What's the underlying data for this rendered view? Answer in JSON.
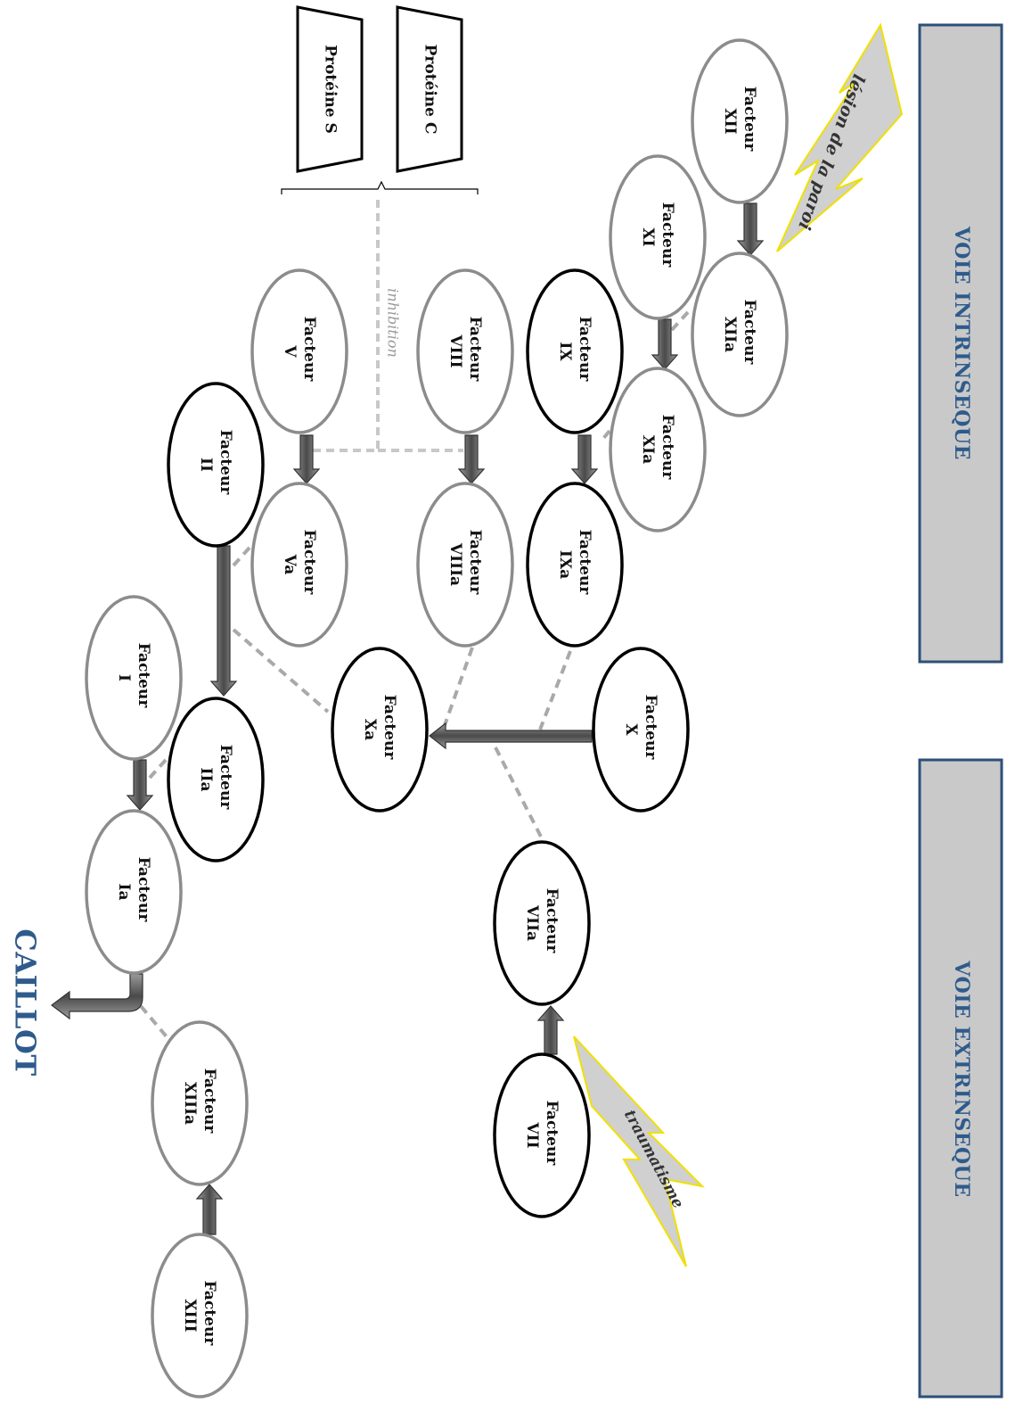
{
  "pathways": {
    "intrinsic": "VOIE INTRINSEQUE",
    "extrinsic": "VOIE EXTRINSEQUE"
  },
  "triggers": {
    "wall_lesion": "lésion de la paroi",
    "trauma": "traumatisme"
  },
  "inhibitors": {
    "protein_c": "Protéine C",
    "protein_s": "Protéine S",
    "inhibition_label": "inhibition"
  },
  "factors": {
    "xii": [
      "Facteur",
      "XII"
    ],
    "xiia": [
      "Facteur",
      "XIIa"
    ],
    "xi": [
      "Facteur",
      "XI"
    ],
    "xia": [
      "Facteur",
      "XIa"
    ],
    "ix": [
      "Facteur",
      "IX"
    ],
    "ixa": [
      "Facteur",
      "IXa"
    ],
    "viii": [
      "Facteur",
      "VIII"
    ],
    "viiia": [
      "Facteur",
      "VIIIa"
    ],
    "v": [
      "Facteur",
      "V"
    ],
    "va": [
      "Facteur",
      "Va"
    ],
    "ii": [
      "Facteur",
      "II"
    ],
    "iia": [
      "Facteur",
      "IIa"
    ],
    "x": [
      "Facteur",
      "X"
    ],
    "xa": [
      "Facteur",
      "Xa"
    ],
    "viia": [
      "Facteur",
      "VIIa"
    ],
    "vii": [
      "Facteur",
      "VII"
    ],
    "i": [
      "Facteur",
      "I"
    ],
    "ia": [
      "Facteur",
      "Ia"
    ],
    "xiiia": [
      "Facteur",
      "XIIIa"
    ],
    "xiii": [
      "Facteur",
      "XIII"
    ]
  },
  "outcome": "CAILLOT",
  "colors": {
    "pathway_fill": "#c9c9c9",
    "pathway_border": "#2e4f78",
    "pathway_text": "#2e5b8c",
    "black_outline": "#000000",
    "grey_outline": "#8c8c8c",
    "arrow_fill": "#555555",
    "lightning_fill": "#d0d0d0",
    "lightning_stroke": "#f0e000"
  }
}
